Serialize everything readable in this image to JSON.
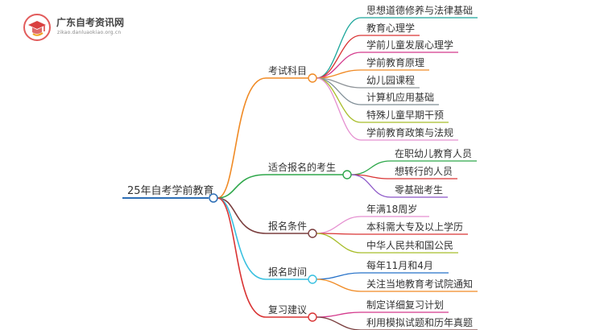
{
  "logo": {
    "title": "广东自考资讯网",
    "subtitle": "zikao.danluaokiao.org.cn"
  },
  "mindmap": {
    "root": "25年自考学前教育",
    "branches": [
      {
        "label": "考试科目",
        "color": "#f08a24",
        "children": [
          {
            "label": "思想道德修养与法律基础",
            "color": "#1aa59a"
          },
          {
            "label": "教育心理学",
            "color": "#d93434"
          },
          {
            "label": "学前儿童发展心理学",
            "color": "#d4398c"
          },
          {
            "label": "学前教育原理",
            "color": "#f08a24"
          },
          {
            "label": "幼儿园课程",
            "color": "#8e9398"
          },
          {
            "label": "计算机应用基础",
            "color": "#7d8c95"
          },
          {
            "label": "特殊儿童早期干预",
            "color": "#a8bd2a"
          },
          {
            "label": "学前教育政策与法规",
            "color": "#e58fd0"
          }
        ]
      },
      {
        "label": "适合报名的考生",
        "color": "#2ea74a",
        "children": [
          {
            "label": "在职幼儿教育人员",
            "color": "#2ea74a"
          },
          {
            "label": "想转行的人员",
            "color": "#d93434"
          },
          {
            "label": "零基础考生",
            "color": "#8b55c7"
          }
        ]
      },
      {
        "label": "报名条件",
        "color": "#7a3e3e",
        "children": [
          {
            "label": "年满18周岁",
            "color": "#e58fd0"
          },
          {
            "label": "本科需大专及以上学历",
            "color": "#d93434"
          },
          {
            "label": "中华人民共和国公民",
            "color": "#a8bd2a"
          }
        ]
      },
      {
        "label": "报名时间",
        "color": "#38c0e0",
        "children": [
          {
            "label": "每年11月和4月",
            "color": "#2470c8"
          },
          {
            "label": "关注当地教育考试院通知",
            "color": "#f08a24"
          }
        ]
      },
      {
        "label": "复习建议",
        "color": "#d93434",
        "children": [
          {
            "label": "制定详细复习计划",
            "color": "#d4398c"
          },
          {
            "label": "利用模拟试题和历年真题",
            "color": "#7a3e3e"
          }
        ]
      }
    ]
  }
}
